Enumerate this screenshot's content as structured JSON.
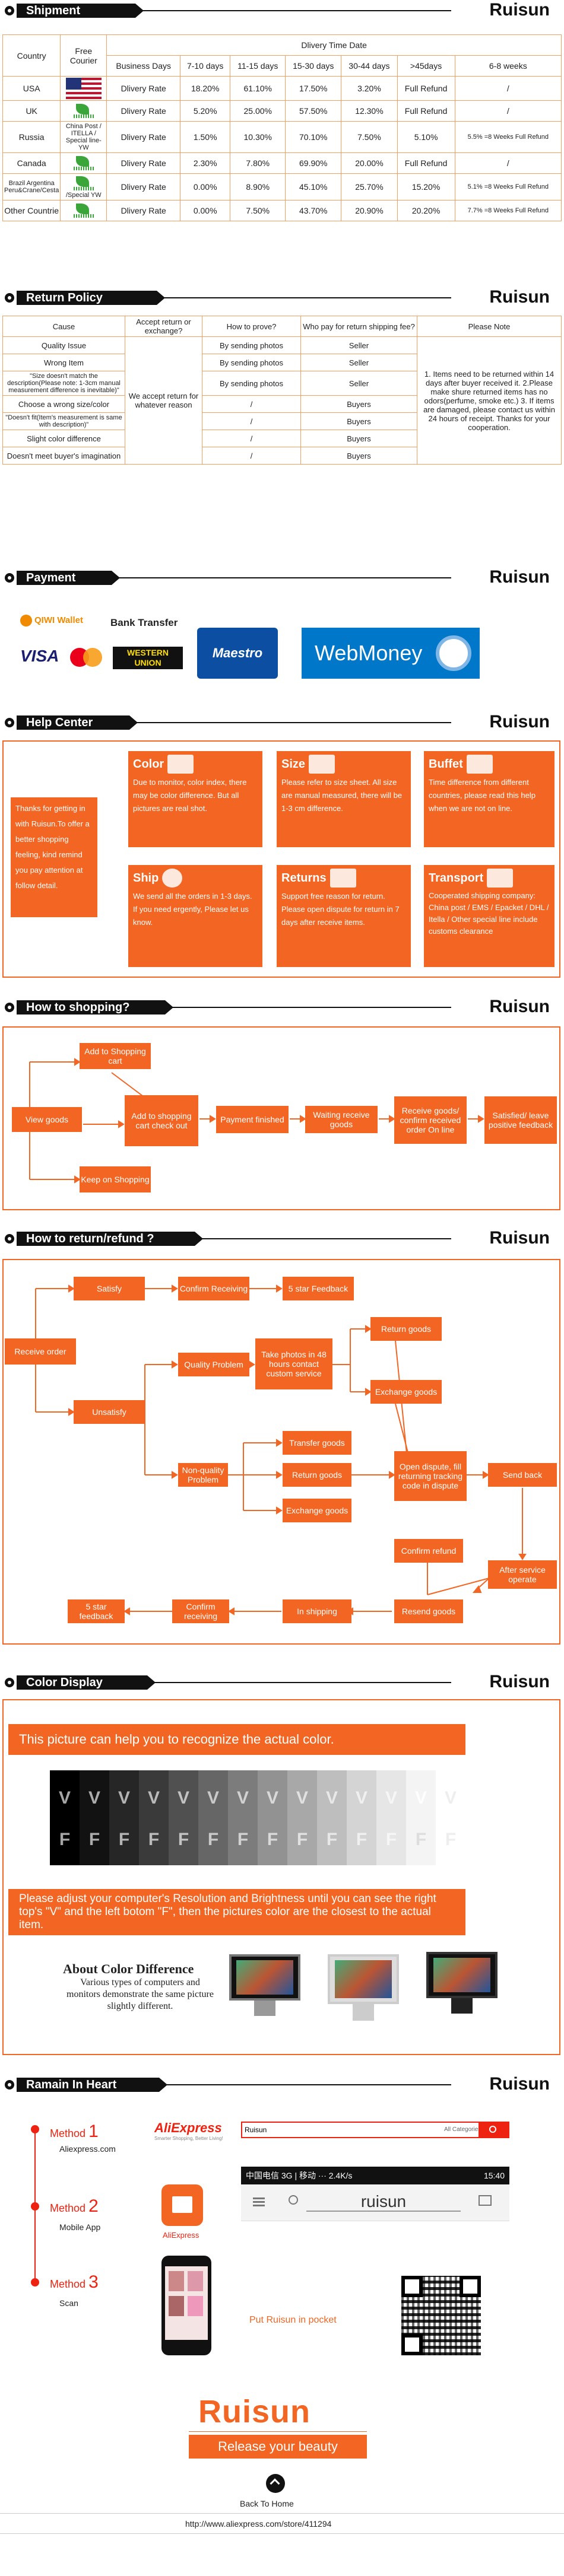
{
  "brand": "Ruisun",
  "sections": {
    "shipment": "Shipment",
    "return_policy": "Return Policy",
    "payment": "Payment",
    "help_center": "Help Center",
    "how_to_shop": "How to shopping?",
    "how_to_return": "How to return/refund ?",
    "color_display": "Color Display",
    "remain": "Ramain In Heart"
  },
  "shipment": {
    "h_country": "Country",
    "h_courier": "Free Courier",
    "h_delivery": "Dlivery Time Date",
    "h_days": [
      "Business Days",
      "7-10 days",
      "11-15 days",
      "15-30 days",
      "30-44 days",
      ">45days",
      "6-8 weeks"
    ],
    "rows": [
      {
        "country": "USA",
        "courier": "",
        "label": "Dlivery Rate",
        "vals": [
          "18.20%",
          "61.10%",
          "17.50%",
          "3.20%",
          "Full Refund",
          "/"
        ]
      },
      {
        "country": "UK",
        "courier": "",
        "label": "Dlivery Rate",
        "vals": [
          "5.20%",
          "25.00%",
          "57.50%",
          "12.30%",
          "Full Refund",
          "/"
        ]
      },
      {
        "country": "Russia",
        "courier": "China Post / ITELLA / Special line-YW",
        "label": "Dlivery Rate",
        "vals": [
          "1.50%",
          "10.30%",
          "70.10%",
          "7.50%",
          "5.10%",
          "5.5% =8 Weeks Full Refund"
        ]
      },
      {
        "country": "Canada",
        "courier": "",
        "label": "Dlivery Rate",
        "vals": [
          "2.30%",
          "7.80%",
          "69.90%",
          "20.00%",
          "Full Refund",
          "/"
        ]
      },
      {
        "country": "Brazil Argentina Peru&Crane/Cesta",
        "courier": "/Special YW",
        "label": "Dlivery Rate",
        "vals": [
          "0.00%",
          "8.90%",
          "45.10%",
          "25.70%",
          "15.20%",
          "5.1% =8 Weeks Full Refund"
        ]
      },
      {
        "country": "Other Countrie",
        "courier": "",
        "label": "Dlivery Rate",
        "vals": [
          "0.00%",
          "7.50%",
          "43.70%",
          "20.90%",
          "20.20%",
          "7.7% =8 Weeks Full Refund"
        ]
      }
    ]
  },
  "return_policy": {
    "h_cause": "Cause",
    "h_accept": "Accept return or exchange?",
    "h_prove": "How to prove?",
    "h_who": "Who pay for return shipping fee?",
    "h_note": "Please Note",
    "accept_text": "We accept return for whatever reason",
    "note_text": "1. Items need to be returned within 14 days after buyer received it. 2.Please make shure returned items has no odors(perfume, smoke etc.) 3. If items are damaged, please contact us within 24 hours of receipt. Thanks for your cooperation.",
    "rows": [
      {
        "cause": "Quality Issue",
        "prove": "By sending photos",
        "who": "Seller"
      },
      {
        "cause": "Wrong Item",
        "prove": "By sending photos",
        "who": "Seller"
      },
      {
        "cause": "\"Size doesn't match the description(Please note: 1-3cm manual measurement difference is inevitable)\"",
        "prove": "By sending photos",
        "who": "Seller"
      },
      {
        "cause": "Choose a wrong size/color",
        "prove": "/",
        "who": "Buyers"
      },
      {
        "cause": "\"Doesn't fit(Item's measurement is same with description)\"",
        "prove": "/",
        "who": "Buyers"
      },
      {
        "cause": "Slight color difference",
        "prove": "/",
        "who": "Buyers"
      },
      {
        "cause": "Doesn't meet buyer's imagination",
        "prove": "/",
        "who": "Buyers"
      }
    ]
  },
  "payment": {
    "qiwi": "QIWI Wallet",
    "bank": "Bank Transfer",
    "visa": "VISA",
    "western": "WESTERN UNION",
    "maestro": "Maestro",
    "webmoney": "WebMoney"
  },
  "help": {
    "intro": "Thanks for getting in with Ruisun.To offer a better shopping feeling, kind remind you pay attention at follow detail.",
    "boxes": [
      {
        "title": "Color",
        "body": "Due to monitor, color index, there may be color difference. But all pictures are real shot."
      },
      {
        "title": "Size",
        "body": "Please refer to size sheet. All size are manual measured, there will be 1-3 cm difference."
      },
      {
        "title": "Buffet",
        "body": "Time difference from different countries, please read this help when we are not on line."
      },
      {
        "title": "Ship",
        "body": "We send all the orders in 1-3 days. If you need ergently, Please let us know."
      },
      {
        "title": "Returns",
        "body": "Support free reason for return. Please open dispute for return in 7 days after receive items."
      },
      {
        "title": "Transport",
        "body": "Cooperated shipping company: China post / EMS / Epacket / DHL / Itella / Other special line include customs clearance"
      }
    ]
  },
  "shop_flow": {
    "view_goods": "View goods",
    "add_cart": "Add to Shopping cart",
    "add_checkout": "Add to shopping cart check out",
    "keep": "Keep on Shopping",
    "payment": "Payment finished",
    "waiting": "Waiting receive goods",
    "receive": "Receive goods/ confirm received order On line",
    "satisfied": "Satisfied/ leave positive feedback"
  },
  "return_flow": {
    "receive_order": "Receive order",
    "satisfy": "Satisfy",
    "confirm_receiving": "Confirm Receiving",
    "star5": "5 star Feedback",
    "unsatisfy": "Unsatisfy",
    "quality": "Quality Problem",
    "photos": "Take photos in 48 hours contact custom service",
    "return_goods": "Return goods",
    "exchange_goods": "Exchange goods",
    "non_quality": "Non-quality Problem",
    "transfer_goods": "Transfer goods",
    "return_goods2": "Return goods",
    "exchange_goods2": "Exchange goods",
    "open_dispute": "Open dispute, fill returning tracking code in dispute",
    "send_back": "Send back",
    "confirm_refund": "Confirm refund",
    "after_service": "After service operate",
    "resend": "Resend goods",
    "in_shipping": "In shipping",
    "confirm_receiving2": "Confirm receiving",
    "star5b": "5 star feedback"
  },
  "color_display": {
    "banner1": "This picture can help you to recognize the actual color.",
    "banner2": "Please adjust your computer's Resolution and Brightness until you can see the right top's \"V\" and the left botom \"F\", then the pictures color are the closest to the actual item.",
    "about_title": "About Color Difference",
    "about_body": "Various types of computers and monitors demonstrate the same picture slightly different.",
    "v": "V",
    "f": "F"
  },
  "remain": {
    "method": "Method",
    "m1_num": "1",
    "m1_label": "Aliexpress.com",
    "m2_num": "2",
    "m2_label": "Mobile App",
    "m3_num": "3",
    "m3_label": "Scan",
    "ali_logo": "AliExpress",
    "ali_tagline": "Smarter Shopping, Better Living!",
    "search_value": "Ruisun",
    "categories": "All Categories",
    "app_label": "AliExpress",
    "status_bar": "中国电信 3G | 移动 ···   2.4K/s",
    "status_time": "15:40",
    "app_search": "ruisun",
    "pocket": "Put Ruisun in pocket",
    "big_brand": "Ruisun",
    "release": "Release your beauty",
    "back_home": "Back To Home",
    "url": "http://www.aliexpress.com/store/411294"
  },
  "colors": {
    "accent": "#f26522",
    "dark": "#111111",
    "border": "#f0a060"
  }
}
